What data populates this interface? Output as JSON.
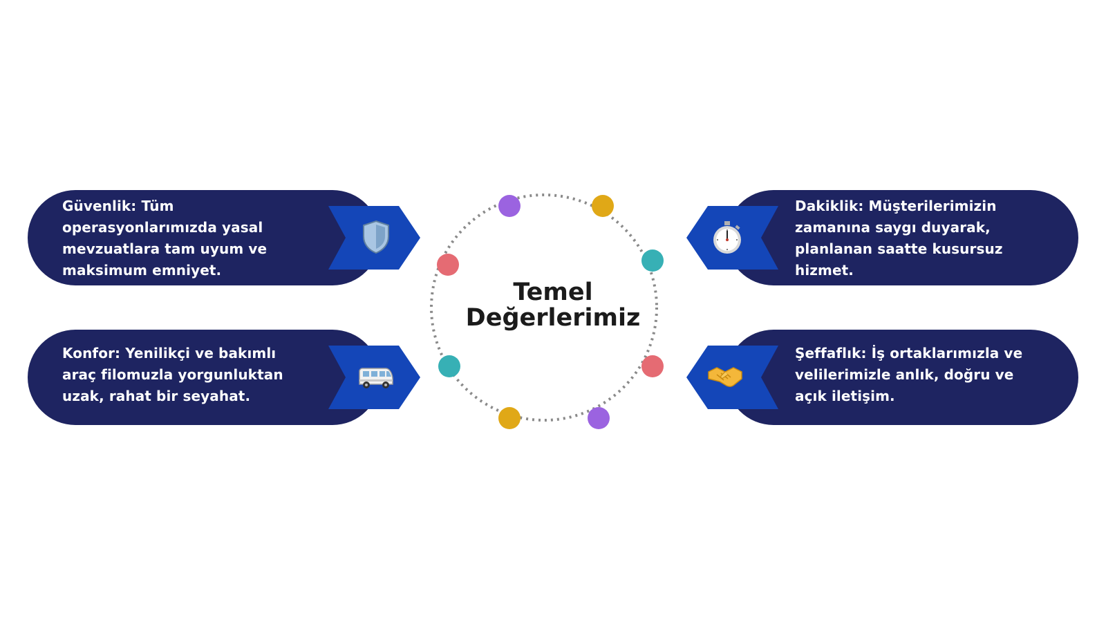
{
  "title": "Temel Değerlerimiz",
  "values": [
    {
      "id": "guvenlik",
      "text": "Güvenlik: Tüm operasyonlarımızda yasal mevzuatlara tam uyum ve maksimum emniyet.",
      "icon": "shield-icon"
    },
    {
      "id": "konfor",
      "text": "Konfor: Yenilikçi ve bakımlı araç filomuzla yorgunluktan uzak, rahat bir seyahat.",
      "icon": "minibus-icon"
    },
    {
      "id": "dakiklik",
      "text": "Dakiklik: Müşterilerimizin zamanına saygı duyarak, planlanan saatte kusursuz hizmet.",
      "icon": "stopwatch-icon"
    },
    {
      "id": "seffaflik",
      "text": "Şeffaflık: İş ortaklarımızla ve velilerimizle anlık, doğru ve açık iletişim.",
      "icon": "handshake-icon"
    }
  ],
  "colors": {
    "card": "#1e2461",
    "chevron": "#1446b8",
    "ring": "#8a8a8a",
    "dots": [
      "#9b63e0",
      "#e0a817",
      "#37b0b5",
      "#e56b73"
    ]
  }
}
